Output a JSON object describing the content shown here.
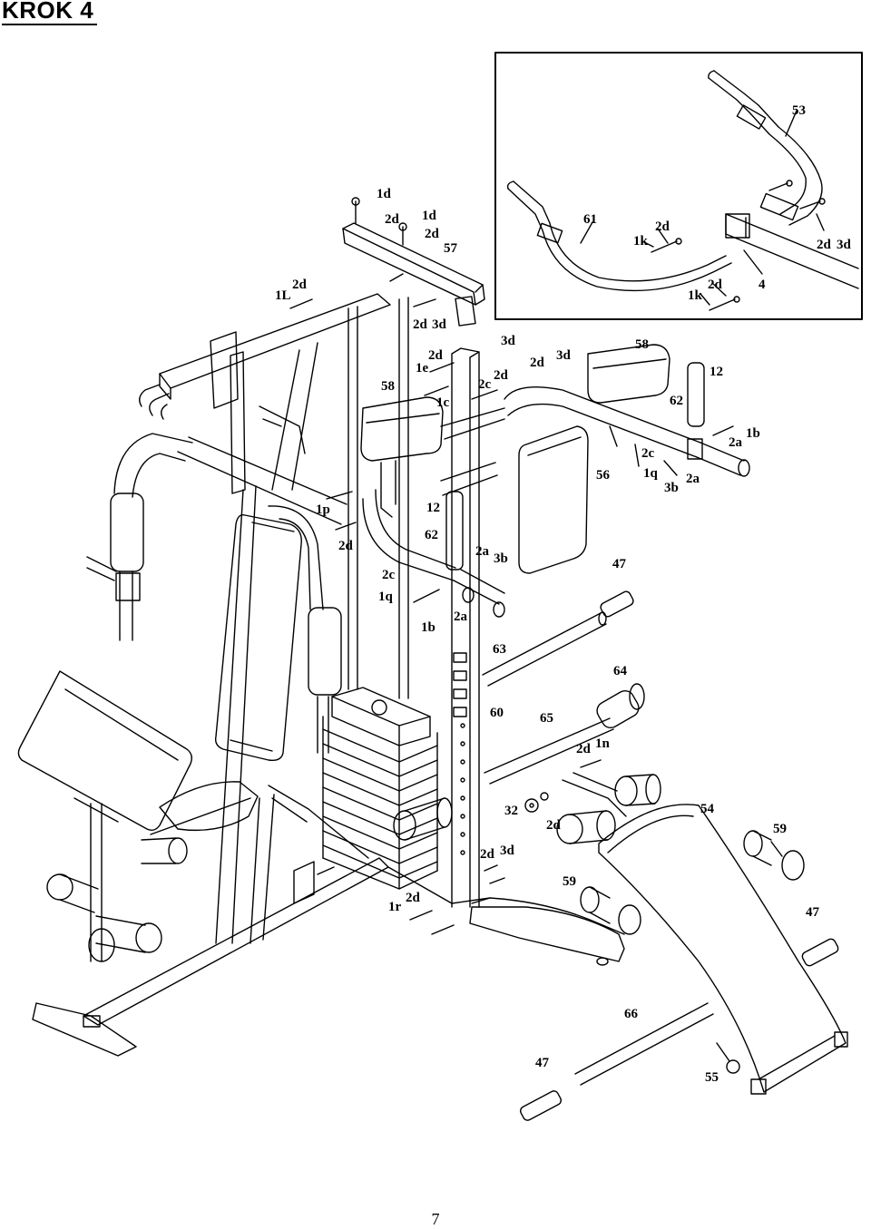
{
  "title": "KROK 4",
  "page_number": "7",
  "inset": {
    "labels": [
      {
        "id": "i53",
        "text": "53"
      },
      {
        "id": "i61",
        "text": "61"
      },
      {
        "id": "i2d_a",
        "text": "2d"
      },
      {
        "id": "i1k_a",
        "text": "1k"
      },
      {
        "id": "i2d_b",
        "text": "2d"
      },
      {
        "id": "i3d",
        "text": "3d"
      },
      {
        "id": "i4",
        "text": "4"
      },
      {
        "id": "i2d_c",
        "text": "2d"
      },
      {
        "id": "i1k_b",
        "text": "1k"
      }
    ]
  },
  "part_labels": [
    {
      "id": "p1d_a",
      "text": "1d"
    },
    {
      "id": "p2d_a",
      "text": "2d"
    },
    {
      "id": "p1d_b",
      "text": "1d"
    },
    {
      "id": "p2d_b",
      "text": "2d"
    },
    {
      "id": "p57",
      "text": "57"
    },
    {
      "id": "p1L",
      "text": "1L"
    },
    {
      "id": "p2d_c",
      "text": "2d"
    },
    {
      "id": "p2d_d",
      "text": "2d"
    },
    {
      "id": "p3d_a",
      "text": "3d"
    },
    {
      "id": "p3d_b",
      "text": "3d"
    },
    {
      "id": "p2d_e",
      "text": "2d"
    },
    {
      "id": "p1e",
      "text": "1e"
    },
    {
      "id": "p2c_a",
      "text": "2c"
    },
    {
      "id": "p2d_f",
      "text": "2d"
    },
    {
      "id": "p2d_g",
      "text": "2d"
    },
    {
      "id": "p3d_c",
      "text": "3d"
    },
    {
      "id": "p58_a",
      "text": "58"
    },
    {
      "id": "p58_b",
      "text": "58"
    },
    {
      "id": "p12_a",
      "text": "12"
    },
    {
      "id": "p62_a",
      "text": "62"
    },
    {
      "id": "p1c",
      "text": "1c"
    },
    {
      "id": "p1b_a",
      "text": "1b"
    },
    {
      "id": "p2a_a",
      "text": "2a"
    },
    {
      "id": "p2c_b",
      "text": "2c"
    },
    {
      "id": "p1q_a",
      "text": "1q"
    },
    {
      "id": "p3b_a",
      "text": "3b"
    },
    {
      "id": "p2a_b",
      "text": "2a"
    },
    {
      "id": "p56",
      "text": "56"
    },
    {
      "id": "p1p",
      "text": "1p"
    },
    {
      "id": "p2d_h",
      "text": "2d"
    },
    {
      "id": "p12_b",
      "text": "12"
    },
    {
      "id": "p62_b",
      "text": "62"
    },
    {
      "id": "p2a_c",
      "text": "2a"
    },
    {
      "id": "p3b_b",
      "text": "3b"
    },
    {
      "id": "p2c_c",
      "text": "2c"
    },
    {
      "id": "p1q_b",
      "text": "1q"
    },
    {
      "id": "p1b_b",
      "text": "1b"
    },
    {
      "id": "p2a_d",
      "text": "2a"
    },
    {
      "id": "p47_a",
      "text": "47"
    },
    {
      "id": "p63",
      "text": "63"
    },
    {
      "id": "p64",
      "text": "64"
    },
    {
      "id": "p60",
      "text": "60"
    },
    {
      "id": "p65",
      "text": "65"
    },
    {
      "id": "p1n",
      "text": "1n"
    },
    {
      "id": "p2d_i",
      "text": "2d"
    },
    {
      "id": "p32",
      "text": "32"
    },
    {
      "id": "p2d_j",
      "text": "2d"
    },
    {
      "id": "p54",
      "text": "54"
    },
    {
      "id": "p59_a",
      "text": "59"
    },
    {
      "id": "p2d_k",
      "text": "2d"
    },
    {
      "id": "p3d_d",
      "text": "3d"
    },
    {
      "id": "p59_b",
      "text": "59"
    },
    {
      "id": "p47_b",
      "text": "47"
    },
    {
      "id": "p1r",
      "text": "1r"
    },
    {
      "id": "p2d_l",
      "text": "2d"
    },
    {
      "id": "p66",
      "text": "66"
    },
    {
      "id": "p47_c",
      "text": "47"
    },
    {
      "id": "p55",
      "text": "55"
    }
  ]
}
